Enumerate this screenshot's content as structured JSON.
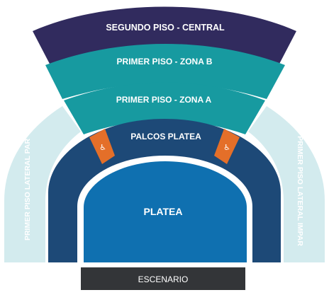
{
  "sections": {
    "segundo_piso_central": "SEGUNDO PISO - CENTRAL",
    "primer_piso_zona_b": "PRIMER PISO - ZONA B",
    "primer_piso_zona_a": "PRIMER PISO  - ZONA A",
    "palcos_platea": "PALCOS PLATEA",
    "platea": "PLATEA",
    "primer_piso_lateral_par": "PRIMER PISO LATERAL PAR",
    "primer_piso_lateral_impar": "PRIMER PISO LATERAL IMPAR",
    "escenario": "ESCENARIO"
  },
  "accessibility": {
    "icon": "wheelchair-icon",
    "glyph": "♿"
  },
  "colors": {
    "segundo_piso": "#312b5e",
    "zona_b": "#179aa0",
    "zona_a": "#179aa0",
    "palcos": "#1d4977",
    "platea": "#0f70b0",
    "lateral": "#d3ebee",
    "accessible": "#e46f29",
    "escenario": "#333538"
  }
}
